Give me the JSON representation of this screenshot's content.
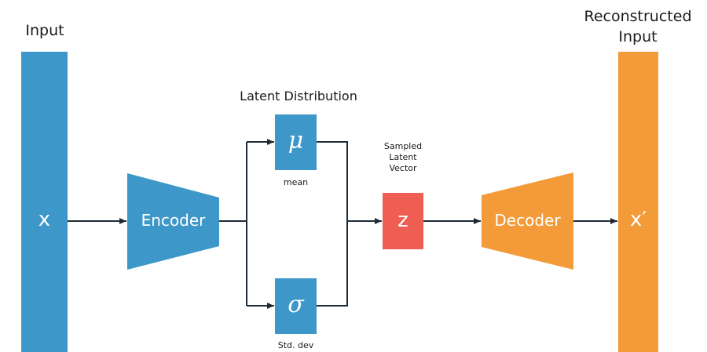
{
  "input_label": "Input",
  "input_symbol": "x",
  "encoder_label": "Encoder",
  "latent_title": "Latent Distribution",
  "mean_symbol": "μ",
  "mean_label": "mean",
  "std_symbol": "σ",
  "std_label": "Std. dev",
  "sampled_label": [
    "Sampled",
    "Latent",
    "Vector"
  ],
  "z_symbol": "z",
  "decoder_label": "Decoder",
  "output_symbol": "x′",
  "output_label": [
    "Reconstructed",
    "Input"
  ],
  "colors": {
    "blue": "#3d97c9",
    "orange": "#f29b38",
    "red": "#ee5e52",
    "line": "#1e2b36"
  }
}
